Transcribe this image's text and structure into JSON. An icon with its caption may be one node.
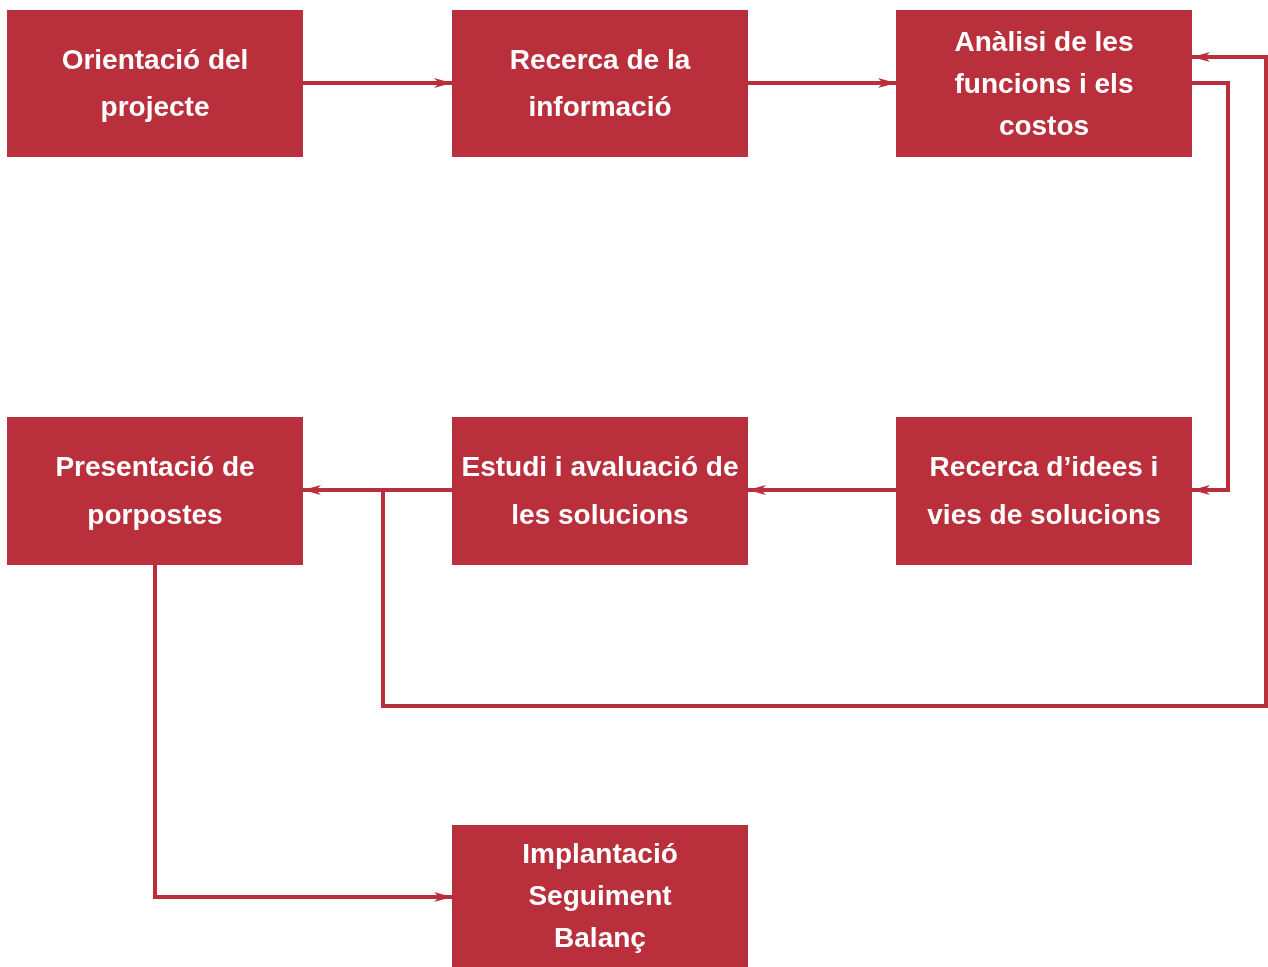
{
  "diagram": {
    "nodes": [
      {
        "text": [
          "Orientació del projecte"
        ]
      },
      {
        "text": [
          "Recerca de la informació"
        ]
      },
      {
        "text": [
          "Anàlisi de les funcions i els costos"
        ]
      },
      {
        "text": [
          "Presentació de porpostes"
        ]
      },
      {
        "text": [
          "Estudi i avaluació de les solucions"
        ]
      },
      {
        "text": [
          "Recerca d’idees i vies de solucions"
        ]
      },
      {
        "text": [
          "Implantació Seguiment Balanç"
        ]
      }
    ],
    "edges": [
      {
        "from": 0,
        "to": 1,
        "arrow": "to"
      },
      {
        "from": 1,
        "to": 2,
        "arrow": "to"
      },
      {
        "from": 2,
        "to": 5,
        "arrow": "to"
      },
      {
        "from": 5,
        "to": 4,
        "arrow": "to"
      },
      {
        "from": 4,
        "to": 3,
        "arrow": "to"
      },
      {
        "from": 4,
        "to": 2,
        "arrow": "to"
      },
      {
        "from": 3,
        "to": 6,
        "arrow": "to"
      }
    ]
  }
}
